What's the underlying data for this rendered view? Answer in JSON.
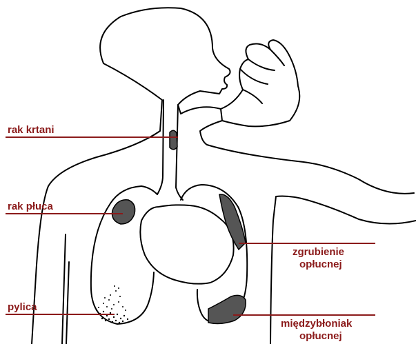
{
  "colors": {
    "label": "#8b1a1a",
    "outline": "#000000",
    "lesion": "#555555",
    "background": "#ffffff"
  },
  "labels": {
    "larynx_cancer": "rak krtani",
    "lung_cancer": "rak płuca",
    "pneumoconiosis": "pylica",
    "pleural_thickening_line1": "zgrubienie",
    "pleural_thickening_line2": "opłucnej",
    "mesothelioma_line1": "międzybłoniak",
    "mesothelioma_line2": "opłucnej"
  }
}
